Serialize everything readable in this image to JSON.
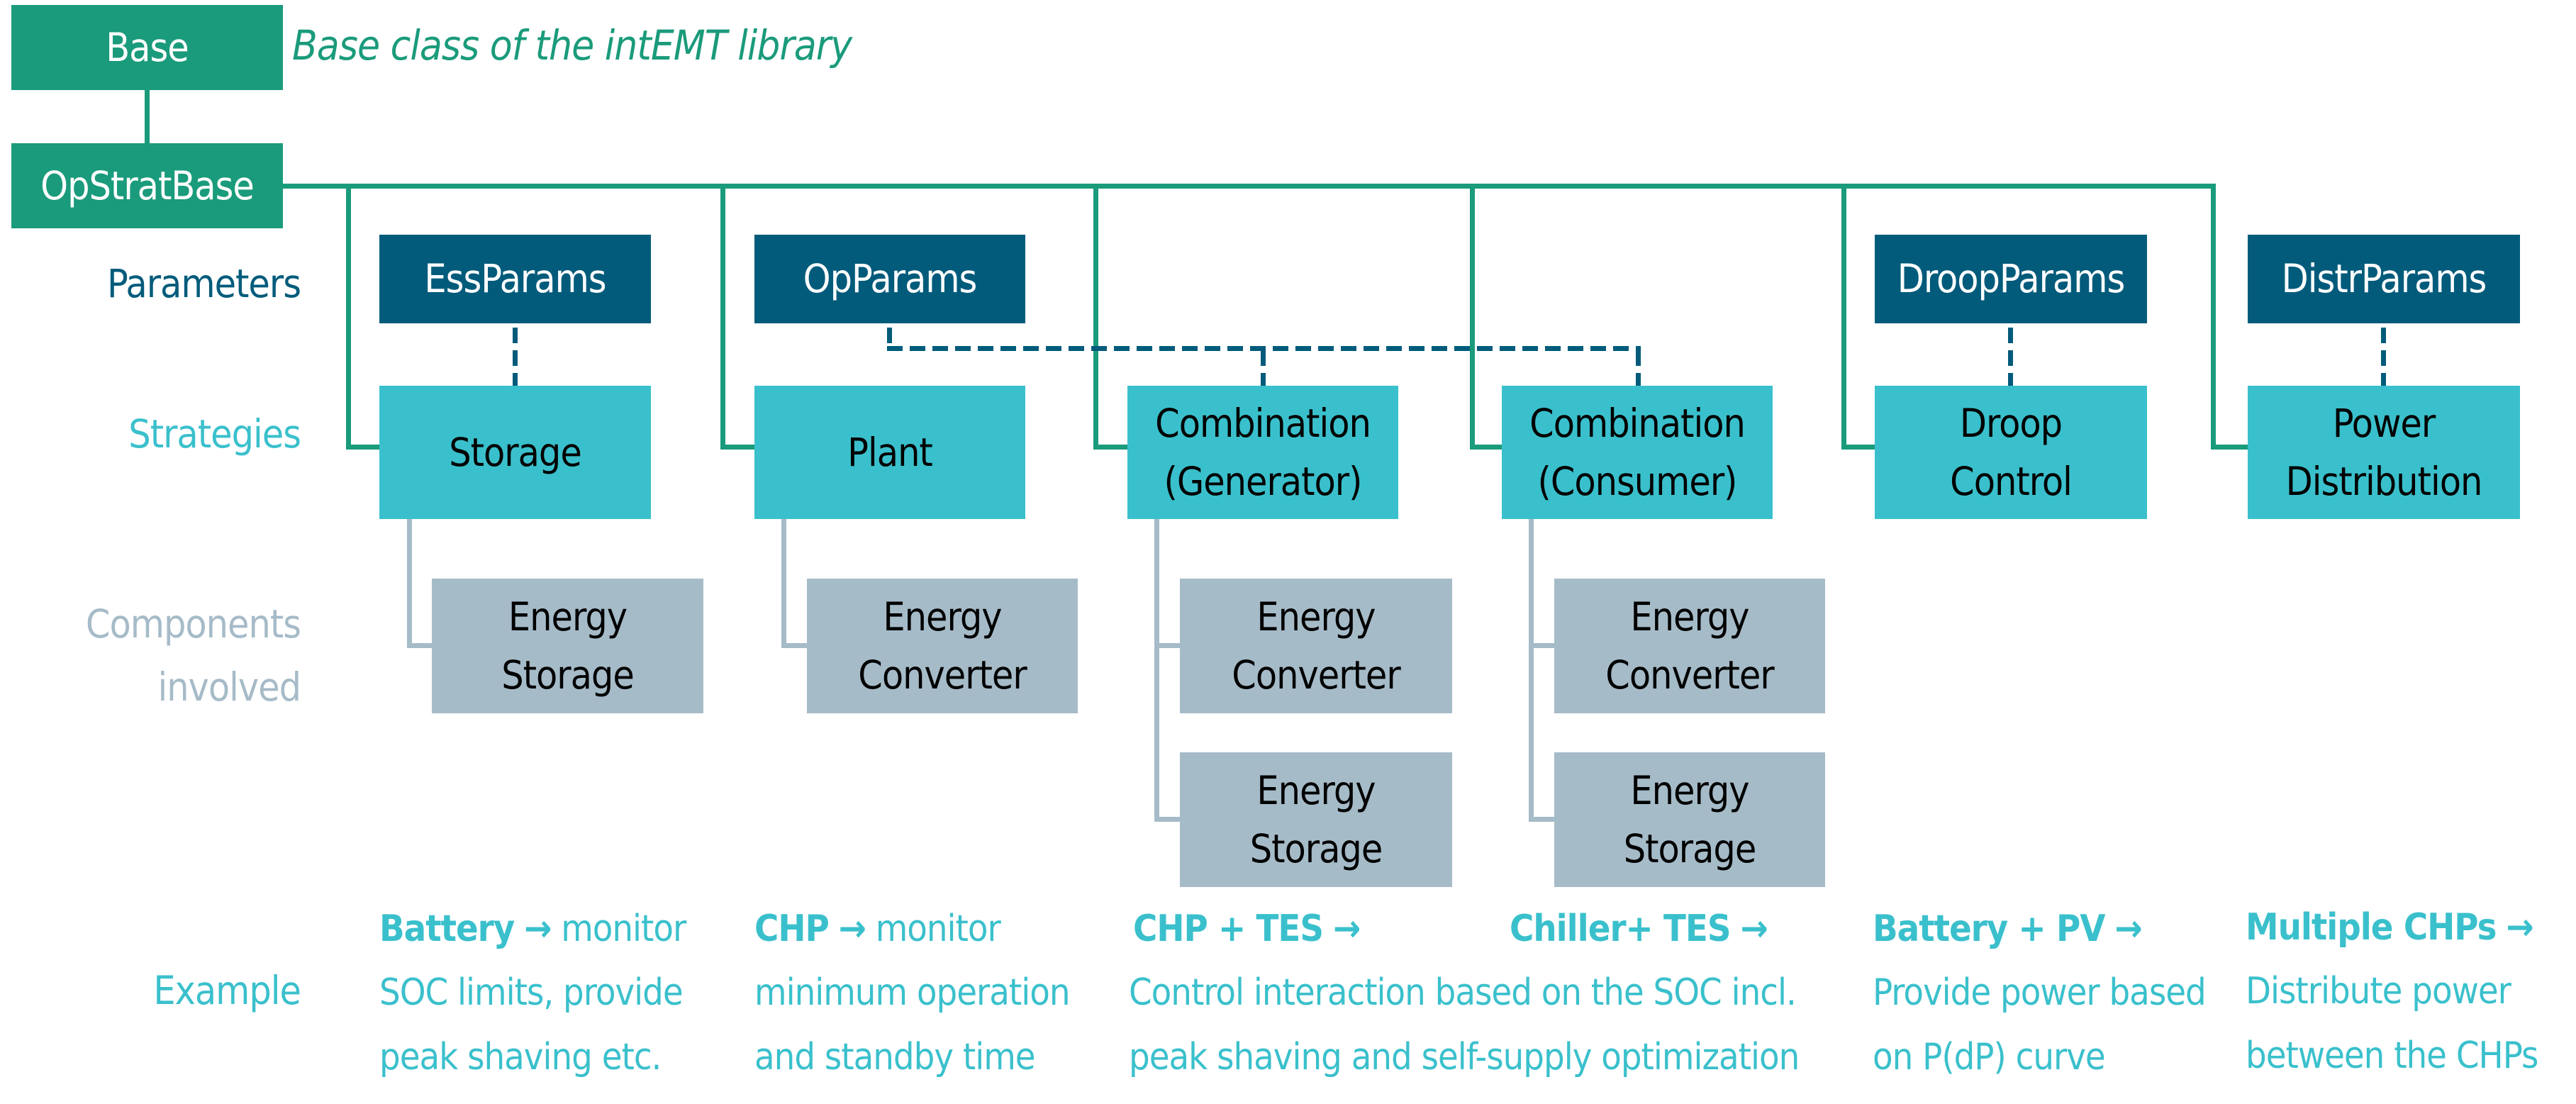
{
  "base": {
    "label": "Base",
    "caption": "Base class of the intEMT library"
  },
  "root": {
    "label": "OpStratBase"
  },
  "row_labels": {
    "parameters": "Parameters",
    "strategies": "Strategies",
    "components_line1": "Components",
    "components_line2": "involved",
    "example": "Example"
  },
  "parameters": [
    {
      "label": "EssParams"
    },
    {
      "label": "OpParams"
    },
    {
      "label": "DroopParams"
    },
    {
      "label": "DistrParams"
    }
  ],
  "strategies": [
    {
      "line1": "Storage",
      "line2": ""
    },
    {
      "line1": "Plant",
      "line2": ""
    },
    {
      "line1": "Combination",
      "line2": "(Generator)"
    },
    {
      "line1": "Combination",
      "line2": "(Consumer)"
    },
    {
      "line1": "Droop",
      "line2": "Control"
    },
    {
      "line1": "Power",
      "line2": "Distribution"
    }
  ],
  "components": {
    "storage": [
      {
        "line1": "Energy",
        "line2": "Storage"
      }
    ],
    "plant": [
      {
        "line1": "Energy",
        "line2": "Converter"
      }
    ],
    "combination_generator": [
      {
        "line1": "Energy",
        "line2": "Converter"
      },
      {
        "line1": "Energy",
        "line2": "Storage"
      }
    ],
    "combination_consumer": [
      {
        "line1": "Energy",
        "line2": "Converter"
      },
      {
        "line1": "Energy",
        "line2": "Storage"
      }
    ]
  },
  "examples": [
    {
      "bold": "Battery",
      "arrow": "→",
      "rest": "monitor",
      "line2": "SOC limits, provide",
      "line3": "peak shaving etc."
    },
    {
      "bold": "CHP",
      "arrow": "→",
      "rest": "monitor",
      "line2": "minimum operation",
      "line3": "and standby time"
    },
    {
      "bold": "CHP + TES",
      "arrow": "→",
      "rest": "",
      "line2": "Control interaction based on the SOC incl.",
      "line3": "peak shaving and self-supply optimization"
    },
    {
      "bold": "Chiller+ TES",
      "arrow": "→",
      "rest": "",
      "line2": "",
      "line3": ""
    },
    {
      "bold": "Battery + PV",
      "arrow": "→",
      "rest": "",
      "line2": "Provide power based",
      "line3": "on P(dP) curve"
    },
    {
      "bold": "Multiple CHPs",
      "arrow": "→",
      "rest": "",
      "line2": "Distribute power",
      "line3": "between the CHPs"
    }
  ],
  "colors": {
    "base_green": "#1a9b7b",
    "parameters_blue": "#025b7b",
    "strategies_cyan": "#3ac0cc",
    "components_gray": "#a6bbc8"
  }
}
